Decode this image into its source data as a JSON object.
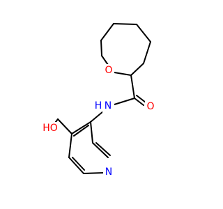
{
  "molecule": {
    "colors": {
      "bond": "#000000",
      "oxygen": "#ff0000",
      "nitrogen": "#0000ff"
    },
    "atoms": [
      {
        "id": "ring_o",
        "label": "O",
        "color": "oxygen"
      },
      {
        "id": "carbonyl_o",
        "label": "O",
        "color": "oxygen"
      },
      {
        "id": "amide_n",
        "label": "N",
        "color": "nitrogen"
      },
      {
        "id": "amide_h",
        "label": "H",
        "color": "nitrogen"
      },
      {
        "id": "hydroxyl",
        "label": "HO",
        "color": "oxygen"
      },
      {
        "id": "pyridine_n",
        "label": "N",
        "color": "nitrogen"
      }
    ]
  }
}
